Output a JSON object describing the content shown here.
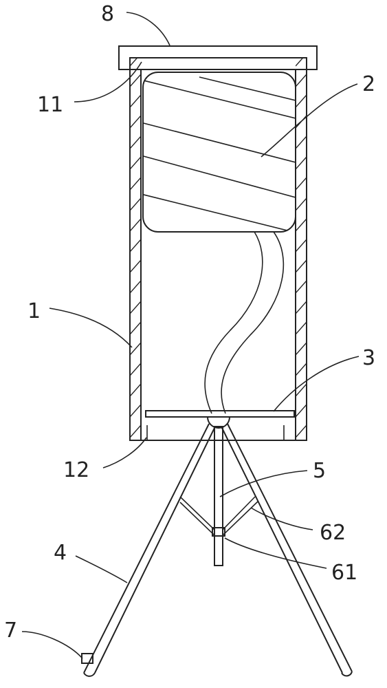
{
  "figure": {
    "labels": {
      "lid": "8",
      "lid_seal": "11",
      "fluid_bag": "2",
      "housing": "1",
      "base_plate": "3",
      "bottom_seal": "12",
      "center_pole": "5",
      "brace": "62",
      "collar": "61",
      "leg": "4",
      "foot_clip": "7"
    }
  }
}
